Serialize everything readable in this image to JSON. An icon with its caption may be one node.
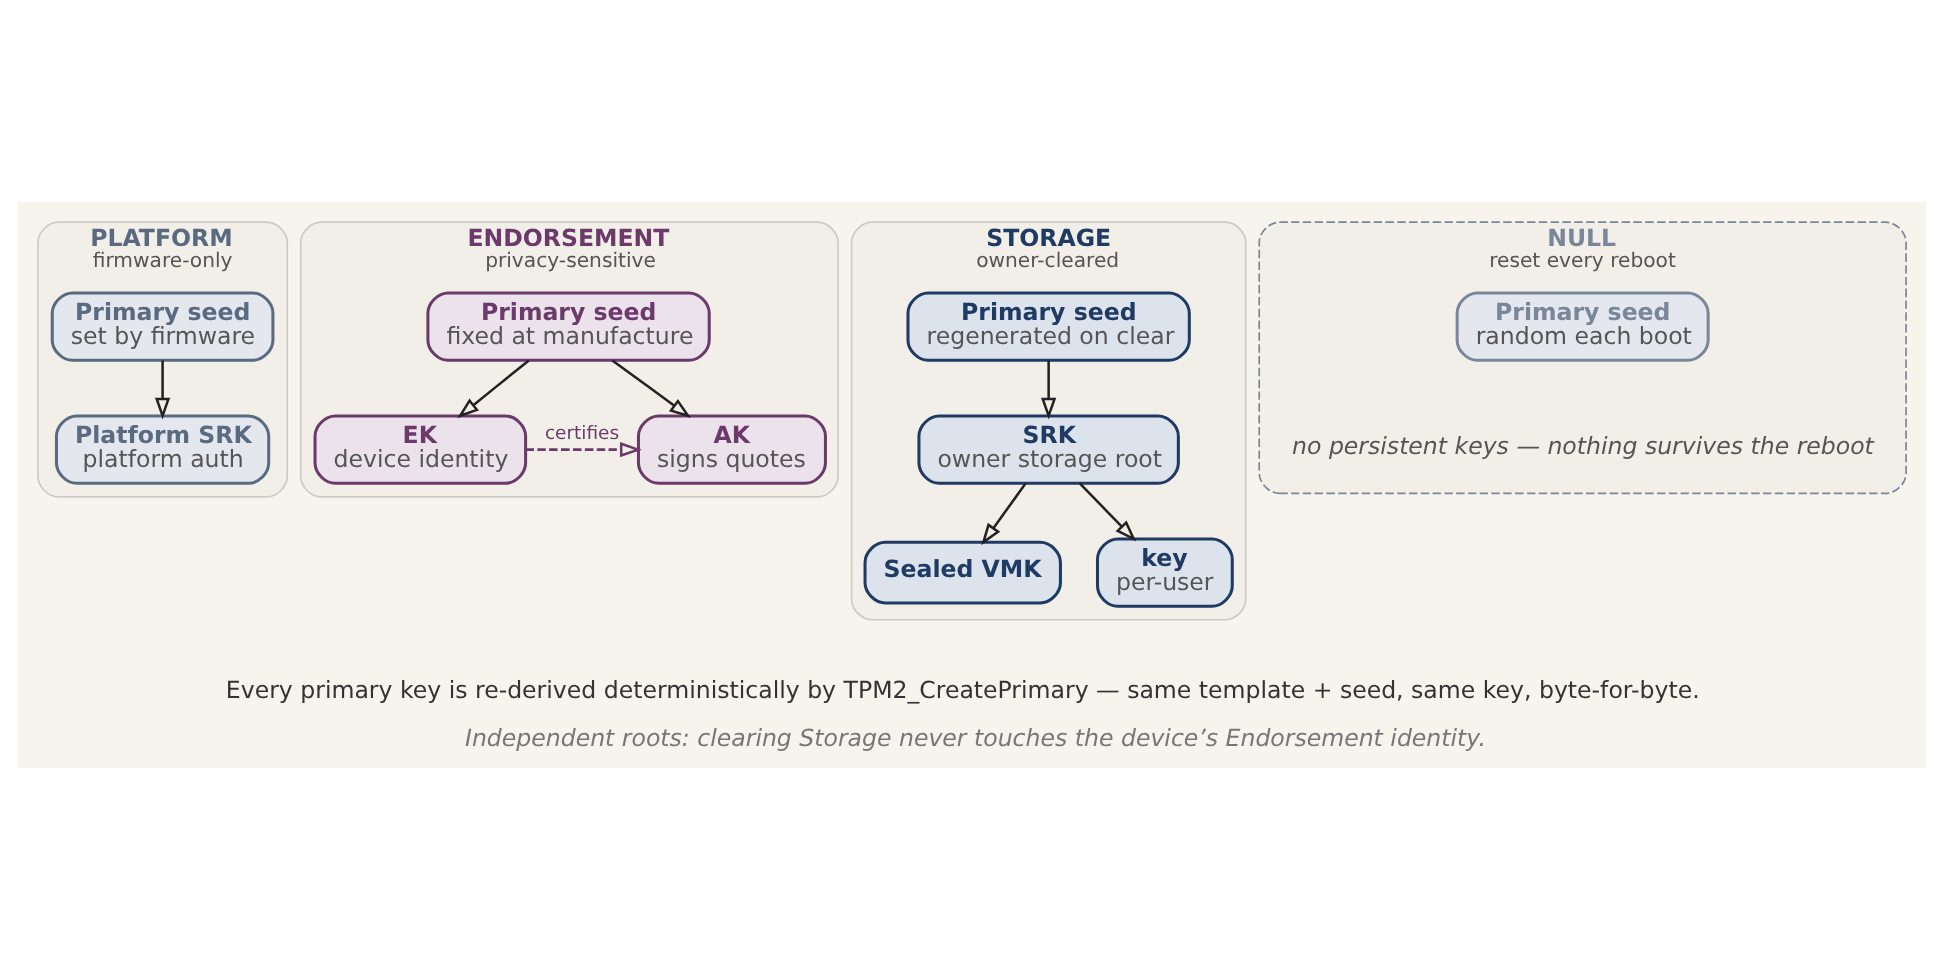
{
  "diagram": {
    "caption": "Independent roots: clearing Storage never touches the device’s Endorsement identity.",
    "nodes": [
      {
        "text": [
          "PLATFORM",
          "firmware-only"
        ]
      },
      {
        "text": [
          "Primary seed",
          "set by firmware"
        ],
        "in": 0
      },
      {
        "text": [
          "Platform SRK",
          "platform auth"
        ],
        "in": 0
      },
      {
        "text": [
          "ENDORSEMENT",
          "privacy-sensitive"
        ]
      },
      {
        "text": [
          "Primary seed",
          "fixed at manufacture"
        ],
        "in": 3
      },
      {
        "text": [
          "EK",
          "device identity"
        ],
        "in": 3
      },
      {
        "text": [
          "AK",
          "signs quotes"
        ],
        "in": 3
      },
      {
        "text": [
          "STORAGE",
          "owner-cleared"
        ]
      },
      {
        "text": [
          "Primary seed",
          "regenerated on clear"
        ],
        "in": 7
      },
      {
        "text": [
          "SRK",
          "owner storage root"
        ],
        "in": 7
      },
      {
        "text": [
          "Sealed VMK"
        ],
        "in": 7
      },
      {
        "text": [
          "key",
          "per-user"
        ],
        "in": 7
      },
      {
        "text": [
          "NULL",
          "reset every reboot"
        ]
      },
      {
        "text": [
          "Primary seed",
          "random each boot"
        ],
        "in": 12
      }
    ],
    "edges": [
      {
        "from": 1,
        "to": 2,
        "arrow": "to"
      },
      {
        "from": 4,
        "to": 5,
        "arrow": "to"
      },
      {
        "from": 4,
        "to": 6,
        "arrow": "to"
      },
      {
        "from": 5,
        "to": 6,
        "arrow": "to",
        "label": "certifies",
        "style": "dashed",
        "color": "#6b3a6b"
      },
      {
        "from": 8,
        "to": 9,
        "arrow": "to"
      },
      {
        "from": 9,
        "to": 10,
        "arrow": "to"
      },
      {
        "from": 9,
        "to": 11,
        "arrow": "to"
      }
    ],
    "labels": [
      "no persistent keys — nothing survives the reboot",
      "Every primary key is re-derived deterministically by TPM2_CreatePrimary — same template + seed, same key, byte-for-byte."
    ]
  }
}
